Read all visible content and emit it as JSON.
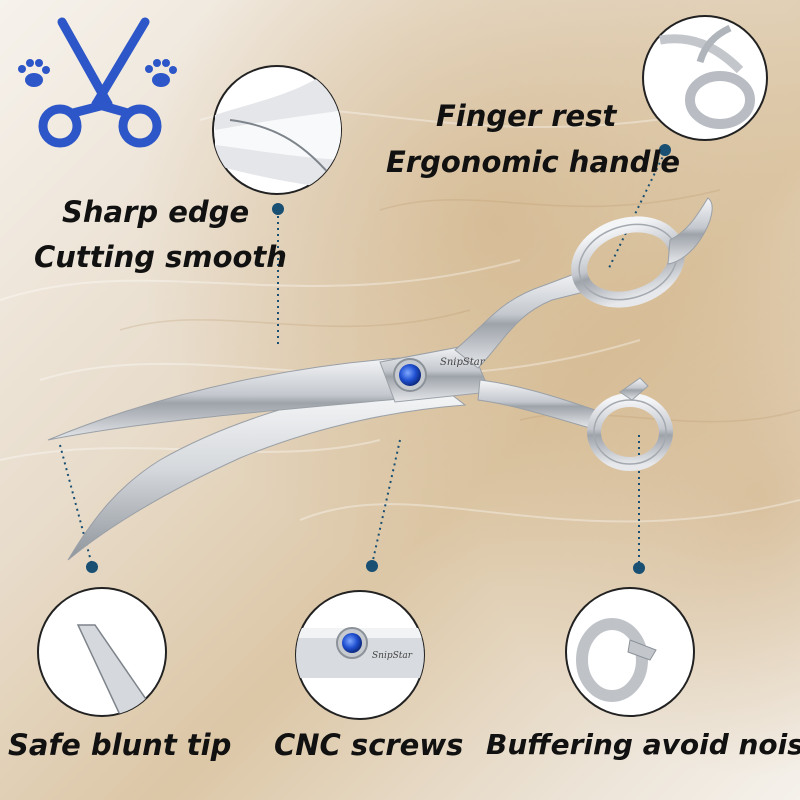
{
  "labels": {
    "sharp_edge": "Sharp edge",
    "cutting_smooth": "Cutting smooth",
    "finger_rest": "Finger rest",
    "ergonomic_handle": "Ergonomic handle",
    "safe_blunt_tip": "Safe blunt tip",
    "cnc_screws": "CNC screws",
    "buffering": "Buffering avoid noise"
  },
  "brand_mark": "SnipStar",
  "colors": {
    "accent_blue": "#2d56c8",
    "dot_blue": "#184f73",
    "fur_light": "#f4efe8",
    "fur_tan": "#d9c3a0",
    "steel": "#c9ccd1"
  },
  "icons": [
    "scissors-icon",
    "paw-icon",
    "paw-icon"
  ]
}
